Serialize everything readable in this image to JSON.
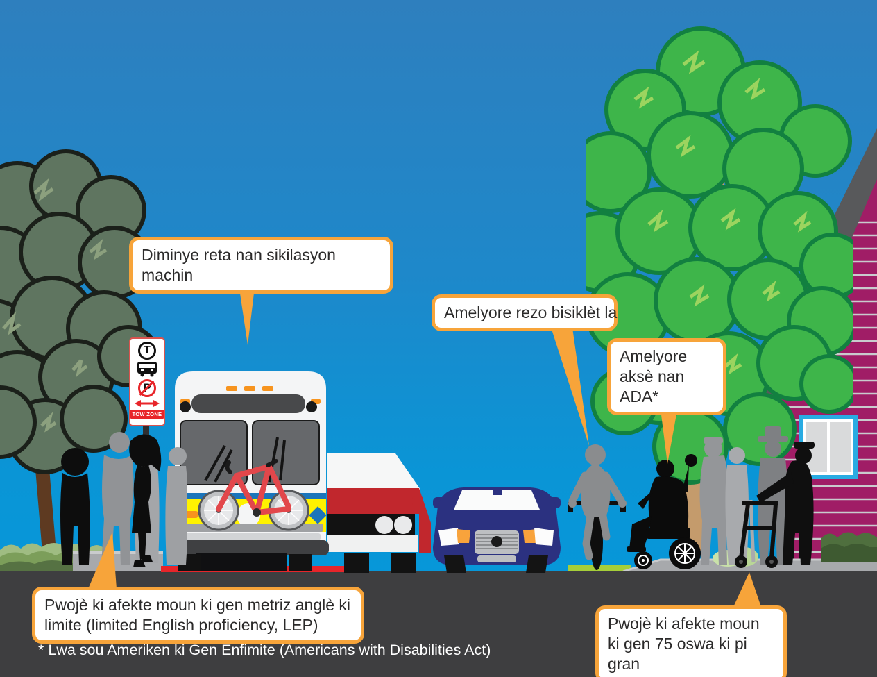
{
  "illustration": {
    "kind": "street-accessibility-infographic",
    "language": "Haitian Creole (Kreyòl)"
  },
  "callouts": [
    {
      "id": "traffic",
      "text": "Diminye reta nan sikilasyon machin"
    },
    {
      "id": "bike-network",
      "text": "Amelyore rezo bisiklèt la"
    },
    {
      "id": "ada-access",
      "text": "Amelyore\naksè nan ADA*"
    },
    {
      "id": "lep",
      "text": "Pwojè ki afekte moun ki gen metriz anglè ki limite (limited English proficiency, LEP)"
    },
    {
      "id": "seniors",
      "text": "Pwojè ki afekte moun ki gen 75 oswa ki pi gran"
    }
  ],
  "footnote": "* Lwa sou Ameriken ki Gen Enfimite (Americans with Disabilities Act)",
  "bus_stop_sign": {
    "t_logo": "T",
    "no_parking_letter": "P",
    "tow_zone": "TOW ZONE"
  },
  "colors": {
    "callout_orange": "#f7a43a",
    "sky_top": "#2e7fbe",
    "sky_bottom": "#0399dc",
    "road_gray": "#3e3e40",
    "red_curb": "#e8252a",
    "bike_lane_green": "#a6ce39",
    "house_magenta": "#a01d66",
    "roof_gray": "#58595b",
    "bus_yellow": "#fff200",
    "bus_blue_stripe": "#1b75bb",
    "car_red": "#c1272d",
    "car_navy": "#2b3180",
    "tree_left_green": "#5f7560",
    "tree_right_green": "#3eb54a",
    "silhouette_gray": "#919396",
    "silhouette_black": "#0d0d0d"
  }
}
